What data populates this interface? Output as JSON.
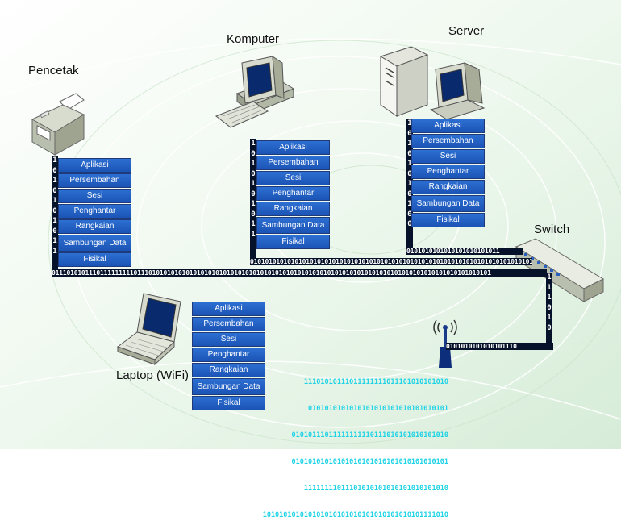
{
  "devices": {
    "printer": "Pencetak",
    "computer": "Komputer",
    "server": "Server",
    "switch": "Switch",
    "laptop": "Laptop (WiFi)"
  },
  "layers": {
    "application": "Aplikasi",
    "presentation": "Persembahan",
    "session": "Sesi",
    "transport": "Penghantar",
    "network": "Rangkaian",
    "datalink": "Sambungan Data",
    "physical": "Fisikal"
  },
  "bits": {
    "printer_col": "1010101011",
    "computer_col": "1010101011",
    "server_col": "10101010100",
    "switch_col": "111010",
    "main_row": "0111010101110111111111011101010101010101010101010101010101010101010101010101010101010101010101010101010101010101010101",
    "computer_row": "0101010101010101010101010101010101010101010101010101010101010101010101010101010101",
    "server_row": "0101010101010101010101011",
    "antenna_row": "0101010101010101110",
    "stream": [
      "11101010111011111111011101010101010",
      "0101010101010101010101010101010101",
      "01010111011111111110111010101010101010",
      "01010101010101010101010101010101010101",
      "11111111011101010101010101010101010",
      "101010101010101010101010101010101010101111010"
    ]
  },
  "colors": {
    "layer": "#1b54b5",
    "bits": "#06122a",
    "stream": "#1fd3e6"
  }
}
